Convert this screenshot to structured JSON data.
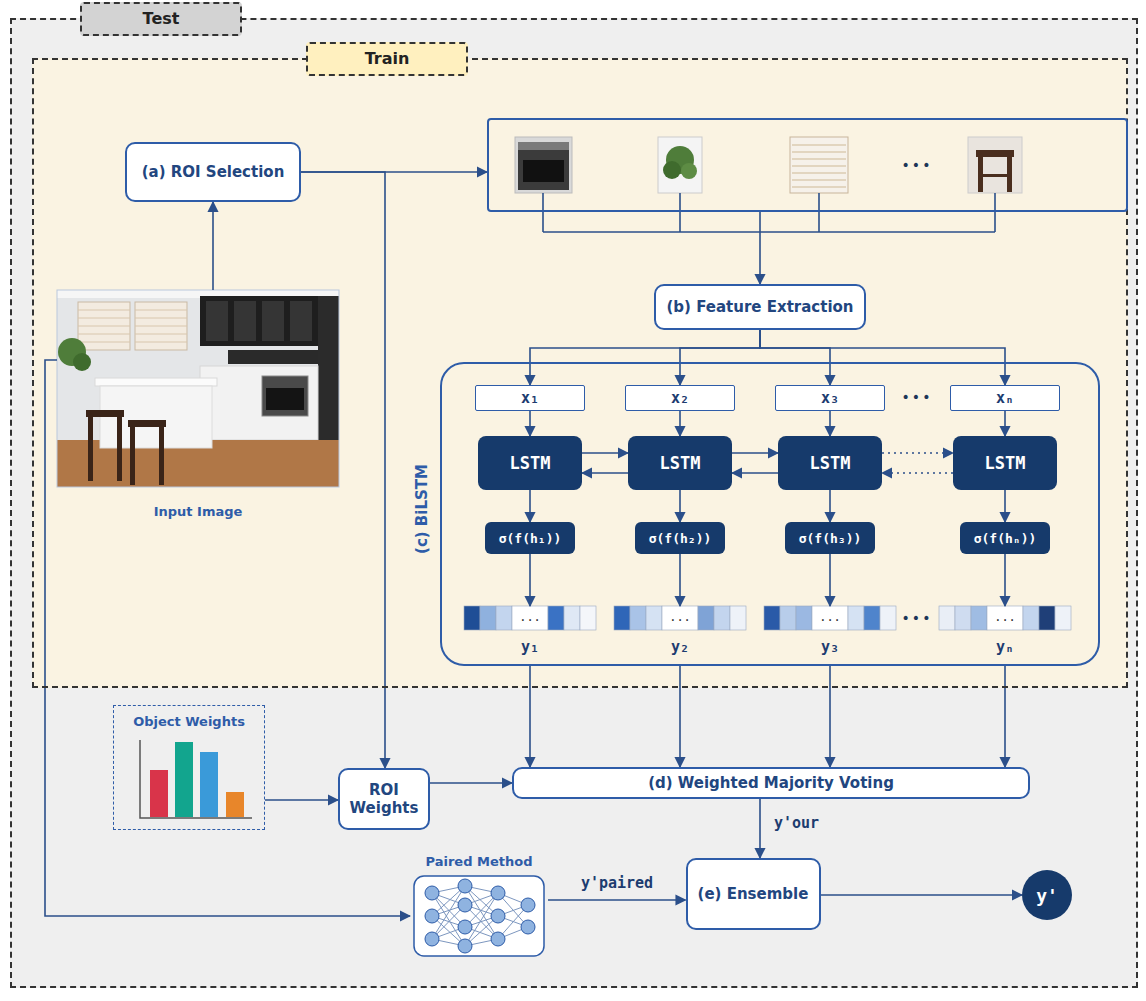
{
  "diagram": {
    "nodes": [
      {
        "text": [
          "Test"
        ]
      },
      {
        "text": [
          "Train"
        ],
        "in": 0
      },
      {
        "text": [
          "(a) ROI Selection"
        ],
        "in": 1
      },
      {
        "text": [
          "Input Image"
        ],
        "in": 1
      },
      {
        "text": [
          "•••"
        ],
        "in": 1
      },
      {
        "text": [
          "(b) Feature Extraction"
        ],
        "in": 1
      },
      {
        "text": [
          "(c) BiLSTM"
        ],
        "in": 1
      },
      {
        "text": [
          "x₁"
        ],
        "in": 6
      },
      {
        "text": [
          "x₂"
        ],
        "in": 6
      },
      {
        "text": [
          "x₃"
        ],
        "in": 6
      },
      {
        "text": [
          "xₙ"
        ],
        "in": 6
      },
      {
        "text": [
          "LSTM"
        ],
        "in": 6
      },
      {
        "text": [
          "LSTM"
        ],
        "in": 6
      },
      {
        "text": [
          "LSTM"
        ],
        "in": 6
      },
      {
        "text": [
          "LSTM"
        ],
        "in": 6
      },
      {
        "text": [
          "σ(f(h₁))"
        ],
        "in": 6
      },
      {
        "text": [
          "σ(f(h₂))"
        ],
        "in": 6
      },
      {
        "text": [
          "σ(f(h₃))"
        ],
        "in": 6
      },
      {
        "text": [
          "σ(f(hₙ))"
        ],
        "in": 6
      },
      {
        "text": [
          "...",
          "y₁"
        ],
        "in": 6
      },
      {
        "text": [
          "...",
          "y₂"
        ],
        "in": 6
      },
      {
        "text": [
          "...",
          "y₃"
        ],
        "in": 6
      },
      {
        "text": [
          "...",
          "yₙ"
        ],
        "in": 6
      },
      {
        "text": [
          "Object Weights"
        ],
        "in": 0
      },
      {
        "text": [
          "ROI Weights"
        ],
        "in": 0
      },
      {
        "text": [
          "(d) Weighted Majority Voting"
        ],
        "in": 0
      },
      {
        "text": [
          "Paired Method"
        ],
        "in": 0
      },
      {
        "text": [
          "(e) Ensemble"
        ],
        "in": 0
      },
      {
        "text": [
          "y'"
        ],
        "in": 0
      }
    ],
    "edges": [
      {
        "from": 3,
        "to": 2,
        "arrow": "to"
      },
      {
        "from": 2,
        "to": 4,
        "arrow": "to"
      },
      {
        "from": 2,
        "to": 24,
        "arrow": "to"
      },
      {
        "from": 4,
        "to": 5,
        "arrow": "to"
      },
      {
        "from": 5,
        "to": 7,
        "arrow": "to"
      },
      {
        "from": 5,
        "to": 8,
        "arrow": "to"
      },
      {
        "from": 5,
        "to": 9,
        "arrow": "to"
      },
      {
        "from": 5,
        "to": 10,
        "arrow": "to"
      },
      {
        "from": 7,
        "to": 11,
        "arrow": "to"
      },
      {
        "from": 8,
        "to": 12,
        "arrow": "to"
      },
      {
        "from": 9,
        "to": 13,
        "arrow": "to"
      },
      {
        "from": 10,
        "to": 14,
        "arrow": "to"
      },
      {
        "from": 11,
        "to": 12,
        "arrow": "to"
      },
      {
        "from": 12,
        "to": 11,
        "arrow": "to"
      },
      {
        "from": 12,
        "to": 13,
        "arrow": "to"
      },
      {
        "from": 13,
        "to": 12,
        "arrow": "to"
      },
      {
        "from": 13,
        "to": 14,
        "arrow": "to"
      },
      {
        "from": 14,
        "to": 13,
        "arrow": "to"
      },
      {
        "from": 11,
        "to": 15,
        "arrow": "to"
      },
      {
        "from": 12,
        "to": 16,
        "arrow": "to"
      },
      {
        "from": 13,
        "to": 17,
        "arrow": "to"
      },
      {
        "from": 14,
        "to": 18,
        "arrow": "to"
      },
      {
        "from": 15,
        "to": 19,
        "arrow": "to"
      },
      {
        "from": 16,
        "to": 20,
        "arrow": "to"
      },
      {
        "from": 17,
        "to": 21,
        "arrow": "to"
      },
      {
        "from": 18,
        "to": 22,
        "arrow": "to"
      },
      {
        "from": 19,
        "to": 25,
        "arrow": "to"
      },
      {
        "from": 20,
        "to": 25,
        "arrow": "to"
      },
      {
        "from": 21,
        "to": 25,
        "arrow": "to"
      },
      {
        "from": 22,
        "to": 25,
        "arrow": "to"
      },
      {
        "from": 23,
        "to": 24,
        "arrow": "to"
      },
      {
        "from": 24,
        "to": 25,
        "arrow": "to"
      },
      {
        "from": 25,
        "to": 27,
        "label": "y'our",
        "arrow": "to"
      },
      {
        "from": 3,
        "to": 26,
        "arrow": "to"
      },
      {
        "from": 26,
        "to": 27,
        "label": "y'paired",
        "arrow": "to"
      },
      {
        "from": 27,
        "to": 28,
        "arrow": "to"
      }
    ],
    "labels": [
      "•••",
      "•••"
    ]
  }
}
